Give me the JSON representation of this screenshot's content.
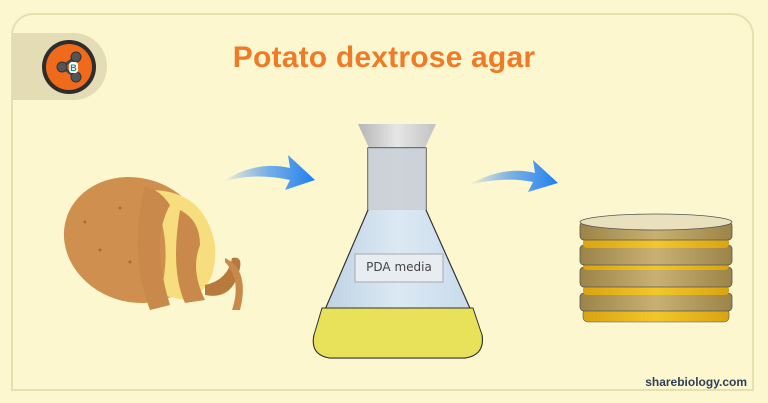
{
  "title": "Potato dextrose agar",
  "logo": {
    "icon": "share-icon",
    "badge_letter": "B"
  },
  "steps": [
    {
      "name": "peeled-potato",
      "label": ""
    },
    {
      "name": "flask",
      "label": "PDA media"
    },
    {
      "name": "petri-dish-stack",
      "label": ""
    }
  ],
  "arrows": [
    "arrow-right-icon",
    "arrow-right-icon"
  ],
  "footer": {
    "site": "sharebiology.com"
  },
  "colors": {
    "background": "#fdf7d0",
    "title": "#f07a26",
    "arrow": "#1f7ef0",
    "agar": "#e8e25a",
    "dish_gold": "#e6b516"
  }
}
